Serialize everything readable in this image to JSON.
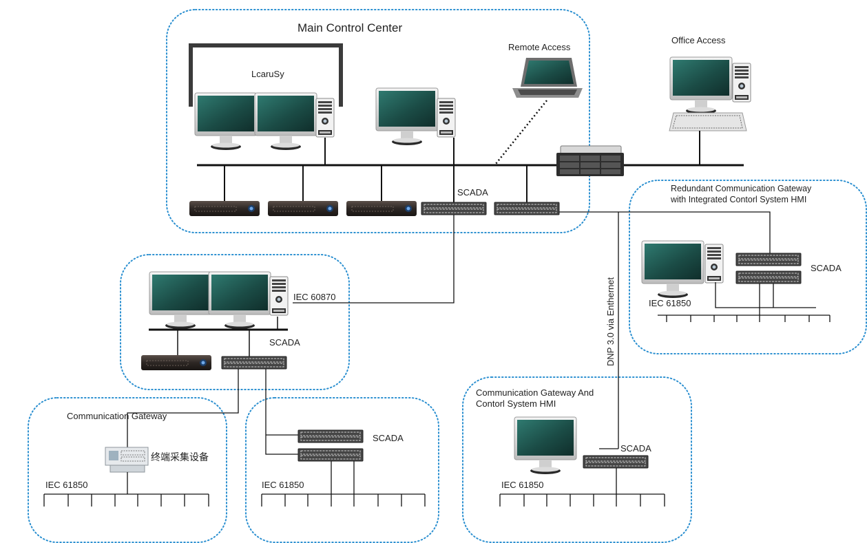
{
  "groups": {
    "main_control_center": "Main Control Center",
    "office_access": "Office Access",
    "remote_access": "Remote Access",
    "redundant_gateway": "Redundant Communication Gateway\nwith Integrated Contorl System HMI",
    "communication_gateway": "Communication Gateway",
    "gateway_and_hmi": "Communication Gateway And\nContorl System HMI"
  },
  "labels": {
    "video_wall": "LcaruSy",
    "scada_main": "SCADA",
    "scada_redundant": "SCADA",
    "scada_regional": "SCADA",
    "scada_bay": "SCADA",
    "scada_hmi": "SCADA",
    "iec60870": "IEC 60870",
    "iec61850_redundant": "IEC 61850",
    "iec61850_gateway": "IEC 61850",
    "iec61850_bay": "IEC 61850",
    "iec61850_hmi": "IEC 61850",
    "terminal_device": "终端采集设备",
    "dnp_link": "DNP 3.0 via Enthernet"
  },
  "colors": {
    "dotted_border": "#2a8fd0",
    "bus_line": "#111111",
    "monitor_screen": "#1f5c55",
    "server": "#3a3330",
    "switch": "#3b3b3b",
    "ied_body": "#e9ecef"
  }
}
